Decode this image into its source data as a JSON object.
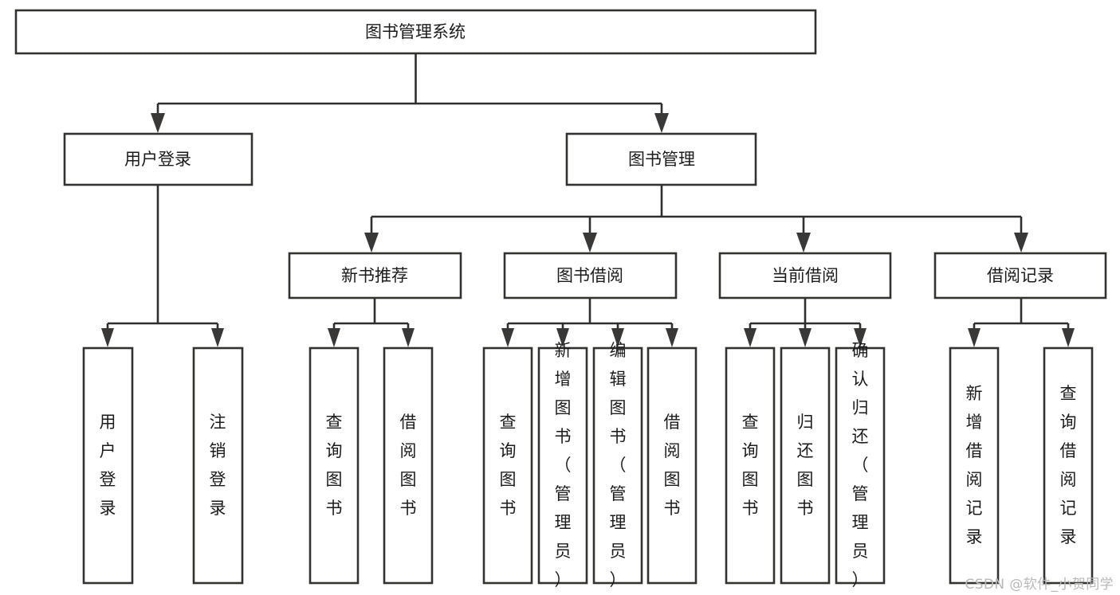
{
  "diagram": {
    "type": "tree-hierarchy",
    "title": "图书管理系统",
    "watermark": "CSDN @软件_小贺同学",
    "colors": {
      "box_stroke": "#33322f",
      "box_fill": "#ffffff",
      "connector": "#2f2e2c",
      "text": "#1b1b1b",
      "watermark": "#b9b9b9",
      "background": "#ffffff"
    },
    "levels": {
      "root": {
        "label": "图书管理系统"
      },
      "level2": [
        {
          "id": "user-login",
          "label": "用户登录"
        },
        {
          "id": "book-manage",
          "label": "图书管理"
        }
      ],
      "level3": [
        {
          "id": "new-book-rec",
          "label": "新书推荐"
        },
        {
          "id": "book-borrow",
          "label": "图书借阅"
        },
        {
          "id": "current-borrow",
          "label": "当前借阅"
        },
        {
          "id": "borrow-record",
          "label": "借阅记录"
        }
      ],
      "leaves": {
        "user-login": [
          {
            "id": "leaf-user-login",
            "label": "用户登录"
          },
          {
            "id": "leaf-logout",
            "label": "注销登录"
          }
        ],
        "new-book-rec": [
          {
            "id": "leaf-query-book-1",
            "label": "查询图书"
          },
          {
            "id": "leaf-borrow-book-1",
            "label": "借阅图书"
          }
        ],
        "book-borrow": [
          {
            "id": "leaf-query-book-2",
            "label": "查询图书"
          },
          {
            "id": "leaf-add-book",
            "label": "新增图书（管理员）"
          },
          {
            "id": "leaf-edit-book",
            "label": "编辑图书（管理员）"
          },
          {
            "id": "leaf-borrow-book-2",
            "label": "借阅图书"
          }
        ],
        "current-borrow": [
          {
            "id": "leaf-query-book-3",
            "label": "查询图书"
          },
          {
            "id": "leaf-return-book",
            "label": "归还图书"
          },
          {
            "id": "leaf-confirm-return",
            "label": "确认归还（管理员）"
          }
        ],
        "borrow-record": [
          {
            "id": "leaf-add-record",
            "label": "新增借阅记录"
          },
          {
            "id": "leaf-query-record",
            "label": "查询借阅记录"
          }
        ]
      }
    }
  }
}
